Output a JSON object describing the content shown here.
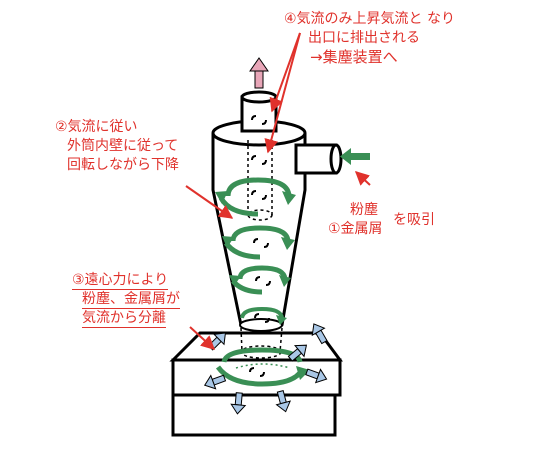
{
  "colors": {
    "annotation": "#e0322c",
    "flow_arrow": "#3a8f55",
    "intake_arrow": "#3a8f55",
    "exhaust_arrow": "#e8a6b8",
    "dust_arrow": "#a9c7e6",
    "outline": "#000000"
  },
  "icons": {
    "swirl": "curved-arrow-icon",
    "exhaust": "up-arrow-icon",
    "intake": "left-arrow-icon"
  },
  "labels": {
    "step4": {
      "line1": "④気流のみ上昇気流と なり",
      "line2": "出口に排出される",
      "line3": "→集塵装置へ"
    },
    "step2": {
      "line1": "②気流に従い",
      "line2": "外筒内壁に従って",
      "line3": "回転しながら下降"
    },
    "step1": {
      "line1": "粉塵",
      "line2": "①金属屑",
      "suffix": "を吸引"
    },
    "step3": {
      "line1": "③遠心力により",
      "line2": "粉塵、金属屑が",
      "line3": "気流から分離"
    }
  }
}
